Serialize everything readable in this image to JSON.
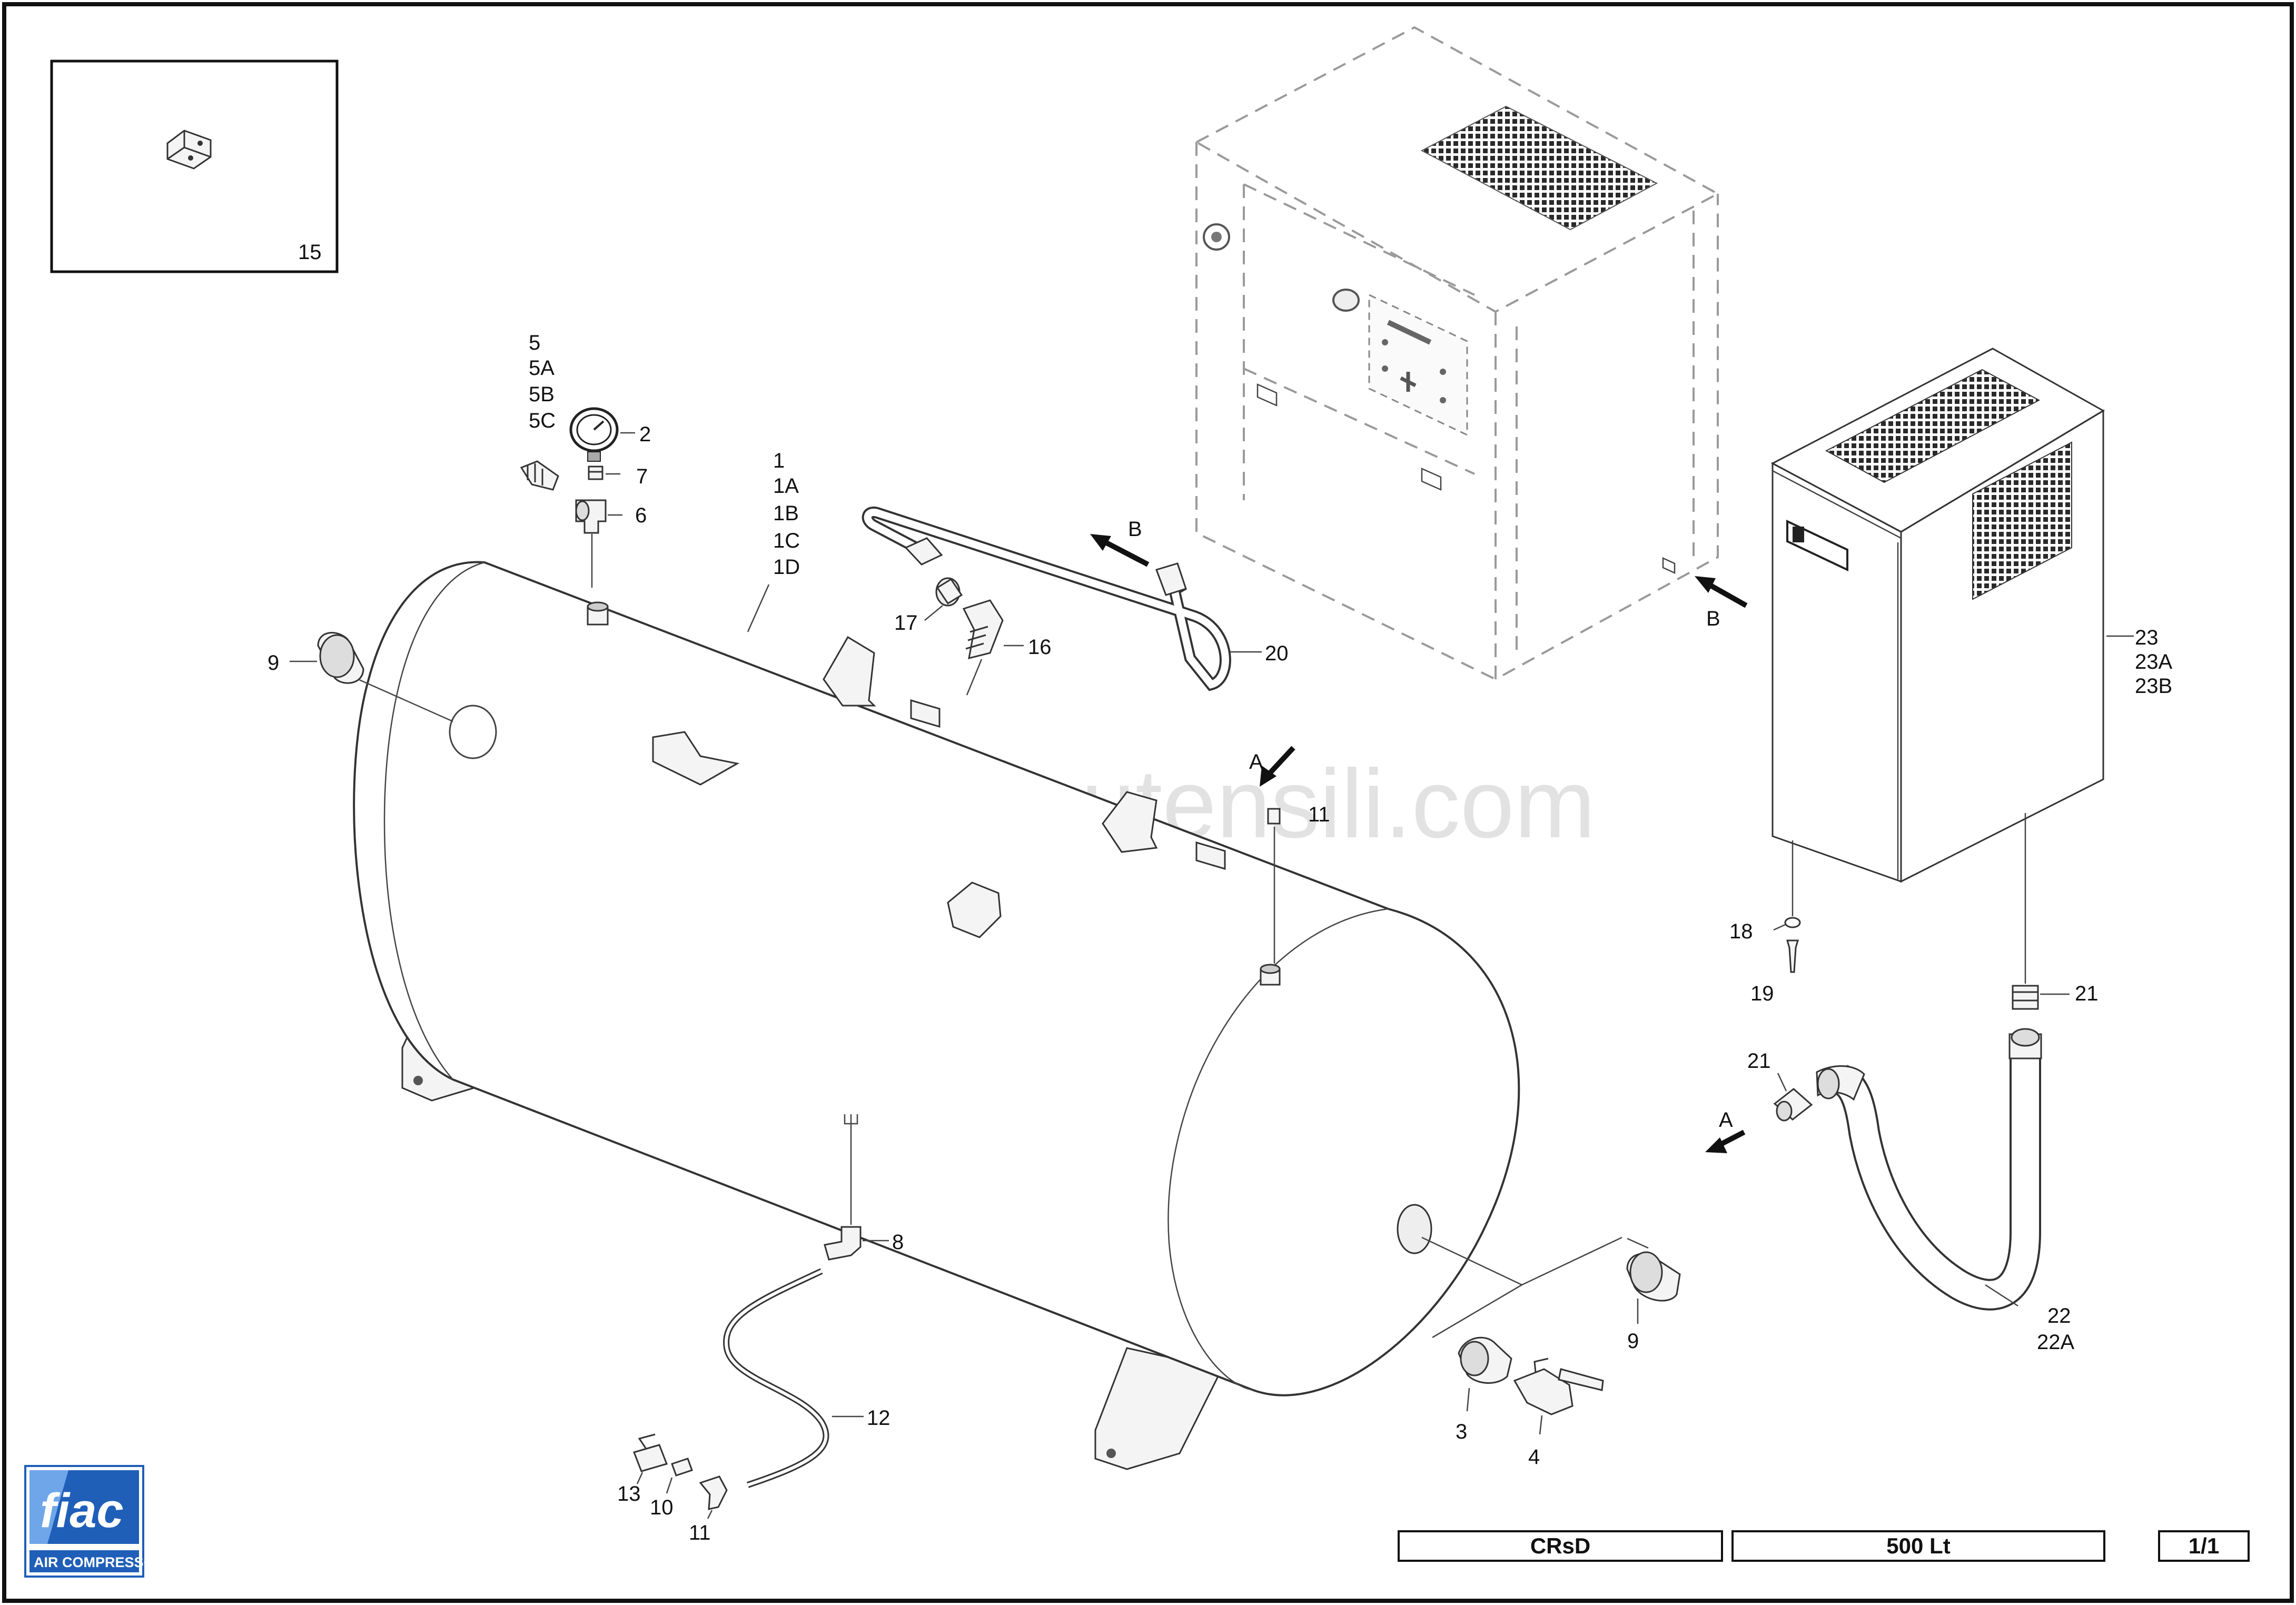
{
  "inset": {
    "label": "15"
  },
  "watermark": "www.bricoutensili.com",
  "title_block": {
    "model": "CRsD",
    "capacity": "500 Lt",
    "sheet": "1/1"
  },
  "logo": {
    "brand": "fiac",
    "tagline": "AIR COMPRESSORS",
    "accent_color": "#1f5fb8"
  },
  "callouts": {
    "p1": [
      "1",
      "1A",
      "1B",
      "1C",
      "1D"
    ],
    "p2": "2",
    "p3": "3",
    "p4": "4",
    "p5": [
      "5",
      "5A",
      "5B",
      "5C"
    ],
    "p6": "6",
    "p7": "7",
    "p8": "8",
    "p9_left": "9",
    "p9_right": "9",
    "p10": "10",
    "p11_top": "11",
    "p11_bottom": "11",
    "p12": "12",
    "p13": "13",
    "p16": "16",
    "p17": "17",
    "p18": "18",
    "p19": "19",
    "p20": "20",
    "p21_right": "21",
    "p21_left": "21",
    "p22": [
      "22",
      "22A"
    ],
    "p23": [
      "23",
      "23A",
      "23B"
    ]
  },
  "flow_arrows": {
    "b_top": "B",
    "b_right": "B",
    "a_top": "A",
    "a_bottom": "A"
  }
}
